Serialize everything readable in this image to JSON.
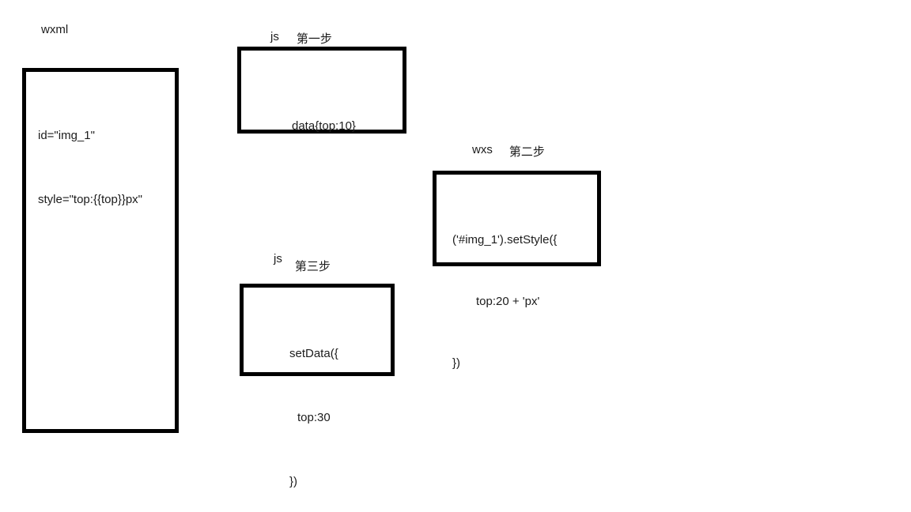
{
  "diagram": {
    "wxml": {
      "label": "wxml",
      "code_line1": "id=\"img_1\"",
      "code_line2": "style=\"top:{{top}}px\""
    },
    "step1": {
      "lang": "js",
      "step": "第一步",
      "code": "data{top:10}"
    },
    "step2": {
      "lang": "wxs",
      "step": "第二步",
      "code_lines": [
        "('#img_1').setStyle({",
        "top:20 + 'px'",
        "})"
      ]
    },
    "step3": {
      "lang": "js",
      "step": "第三步",
      "code_lines": [
        "setData({",
        "top:30",
        "})"
      ]
    },
    "colors": {
      "border": "#000000",
      "text": "#1c1c1c",
      "background": "#ffffff"
    }
  }
}
